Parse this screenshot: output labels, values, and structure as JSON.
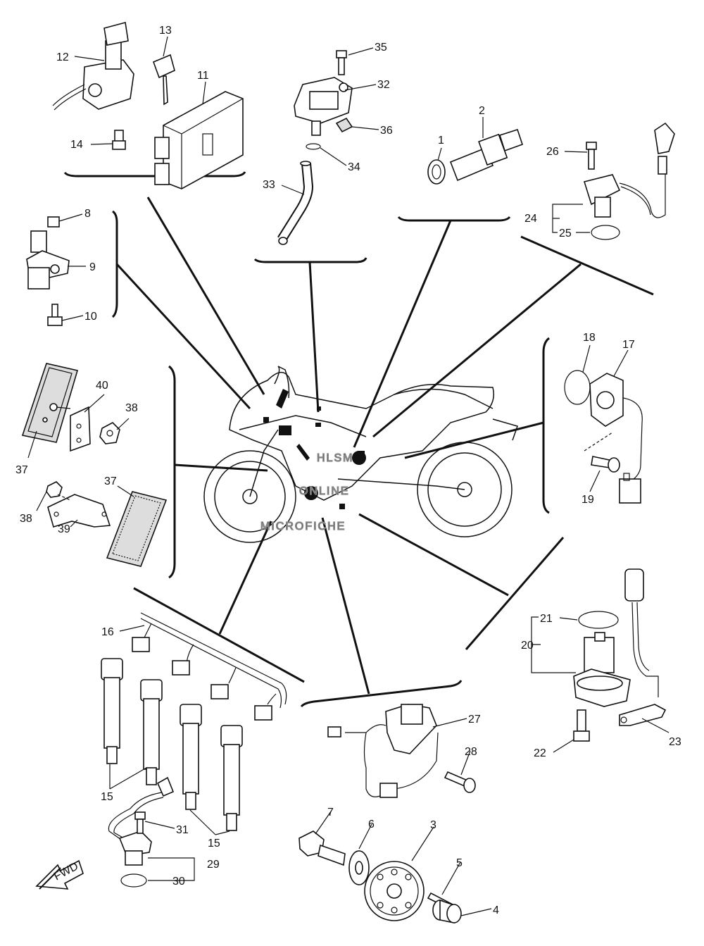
{
  "labels": {
    "p1": "1",
    "p2": "2",
    "p3": "3",
    "p4": "4",
    "p5": "5",
    "p6": "6",
    "p7": "7",
    "p8": "8",
    "p9": "9",
    "p10": "10",
    "p11": "11",
    "p12": "12",
    "p13": "13",
    "p14": "14",
    "p15a": "15",
    "p15b": "15",
    "p16": "16",
    "p17": "17",
    "p18": "18",
    "p19": "19",
    "p20": "20",
    "p21": "21",
    "p22": "22",
    "p23": "23",
    "p24": "24",
    "p25": "25",
    "p26": "26",
    "p27": "27",
    "p28": "28",
    "p29": "29",
    "p30": "30",
    "p31": "31",
    "p32": "32",
    "p33": "33",
    "p34": "34",
    "p35": "35",
    "p36": "36",
    "p37a": "37",
    "p37b": "37",
    "p38a": "38",
    "p38b": "38",
    "p39": "39",
    "p40": "40"
  },
  "fwd_label": "FWD",
  "watermark": [
    "HLSM",
    "ONLINE",
    "MICROFICHE"
  ],
  "icons": {
    "direction": "fwd-arrow-icon"
  }
}
